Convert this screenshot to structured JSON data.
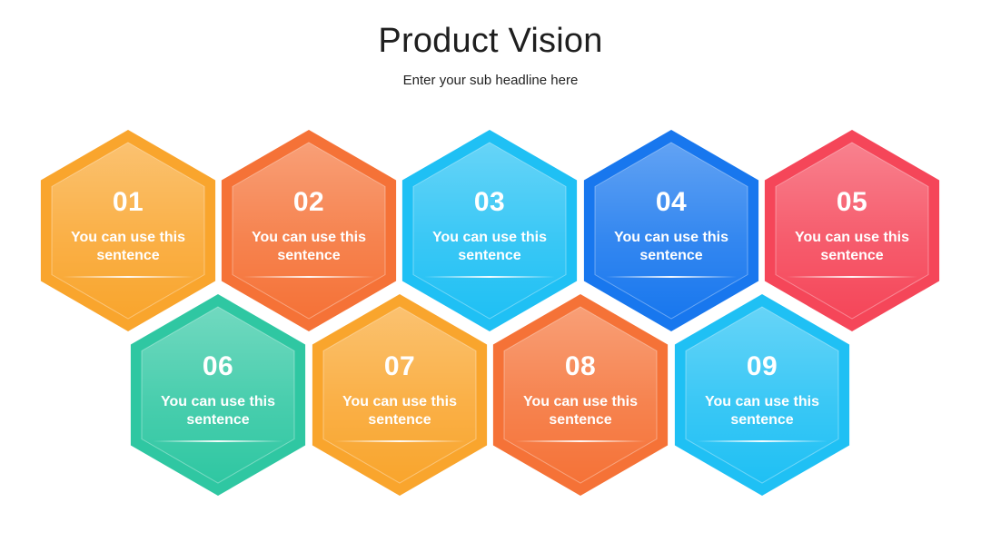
{
  "header": {
    "title": "Product Vision",
    "subtitle": "Enter your sub headline here"
  },
  "hexagons": [
    {
      "number": "01",
      "label": "You can use this sentence",
      "color": "#f9a52d"
    },
    {
      "number": "02",
      "label": "You can use this sentence",
      "color": "#f57237"
    },
    {
      "number": "03",
      "label": "You can use this sentence",
      "color": "#1fc0f4"
    },
    {
      "number": "04",
      "label": "You can use this sentence",
      "color": "#1877ee"
    },
    {
      "number": "05",
      "label": "You can use this sentence",
      "color": "#f54659"
    },
    {
      "number": "06",
      "label": "You can use this sentence",
      "color": "#2fc7a2"
    },
    {
      "number": "07",
      "label": "You can use this sentence",
      "color": "#f9a52d"
    },
    {
      "number": "08",
      "label": "You can use this sentence",
      "color": "#f57237"
    },
    {
      "number": "09",
      "label": "You can use this sentence",
      "color": "#1fc0f4"
    }
  ]
}
